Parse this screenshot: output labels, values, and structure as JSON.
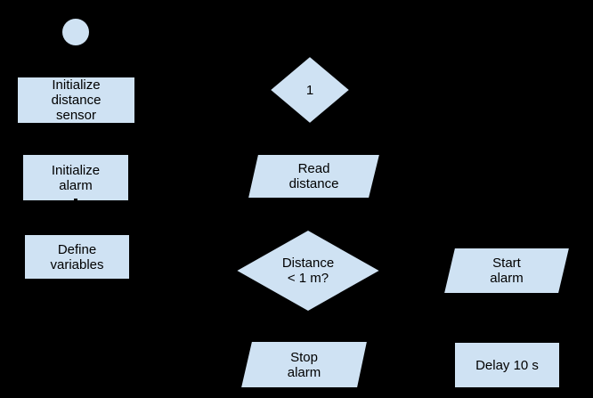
{
  "colors": {
    "background": "#000000",
    "shape_fill": "#cfe2f3",
    "shape_stroke": "#000000",
    "text": "#000000"
  },
  "diagram": {
    "kind": "flowchart",
    "nodes": {
      "start": {
        "type": "start-circle",
        "label": ""
      },
      "init_sensor": {
        "type": "process",
        "label": "Initialize\ndistance\nsensor"
      },
      "init_alarm": {
        "type": "process",
        "label": "Initialize\nalarm"
      },
      "define_vars": {
        "type": "process",
        "label": "Define\nvariables"
      },
      "connector_1": {
        "type": "connector-diamond",
        "label": "1"
      },
      "read_distance": {
        "type": "input-output",
        "label": "Read\ndistance"
      },
      "distance_check": {
        "type": "decision",
        "label": "Distance\n< 1 m?"
      },
      "start_alarm": {
        "type": "input-output",
        "label": "Start\nalarm"
      },
      "stop_alarm": {
        "type": "input-output",
        "label": "Stop\nalarm"
      },
      "delay": {
        "type": "process",
        "label": "Delay 10 s"
      }
    }
  }
}
